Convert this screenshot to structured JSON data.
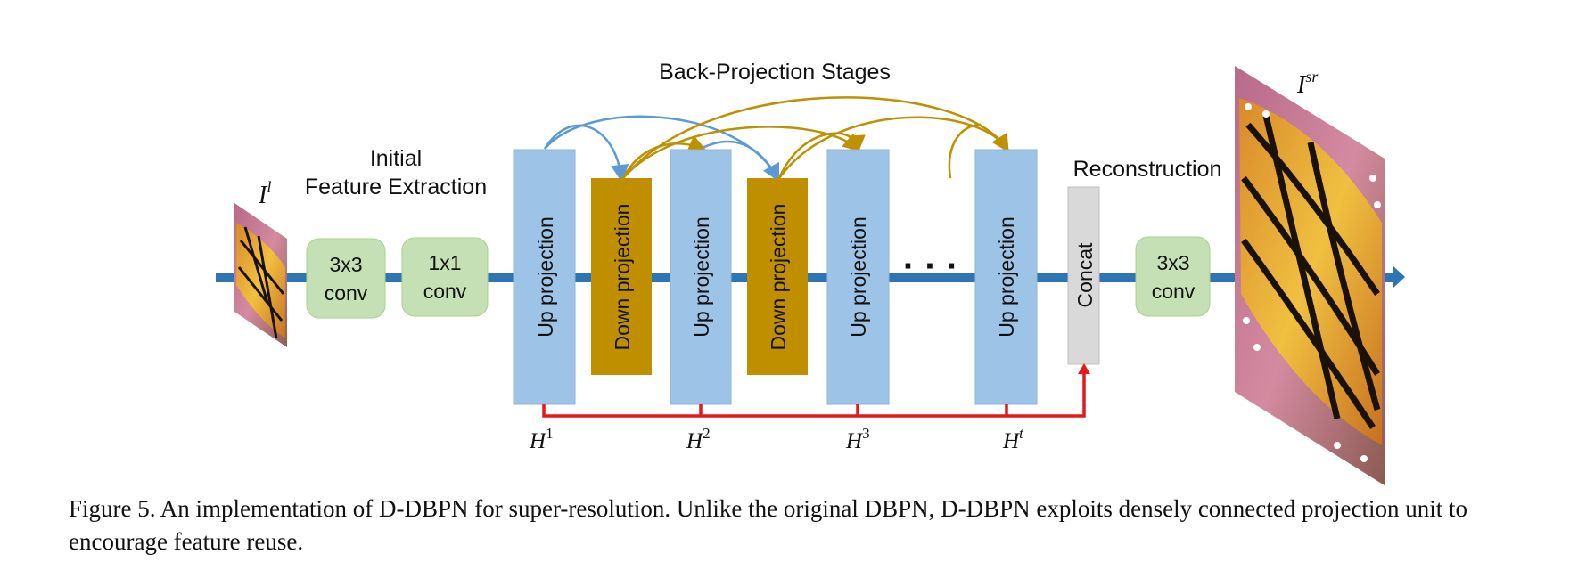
{
  "diagram": {
    "title": "Back-Projection Stages",
    "section_labels": {
      "initial_line1": "Initial",
      "initial_line2": "Feature Extraction",
      "reconstruction": "Reconstruction"
    },
    "input_image_label": {
      "base": "I",
      "sup": "l"
    },
    "output_image_label": {
      "base": "I",
      "sup": "sr"
    },
    "feature_blocks": [
      {
        "line1": "3x3",
        "line2": "conv"
      },
      {
        "line1": "1x1",
        "line2": "conv"
      }
    ],
    "projection_blocks": [
      {
        "type": "up",
        "label": "Up projection"
      },
      {
        "type": "down",
        "label": "Down projection"
      },
      {
        "type": "up",
        "label": "Up projection"
      },
      {
        "type": "down",
        "label": "Down projection"
      },
      {
        "type": "up",
        "label": "Up projection"
      },
      {
        "type": "up",
        "label": "Up projection"
      }
    ],
    "ellipsis": "· · ·",
    "concat_label": "Concat",
    "recon_block": {
      "line1": "3x3",
      "line2": "conv"
    },
    "h_labels": [
      {
        "base": "H",
        "sup": "1"
      },
      {
        "base": "H",
        "sup": "2"
      },
      {
        "base": "H",
        "sup": "3"
      },
      {
        "base": "H",
        "sup": "t"
      }
    ],
    "colors": {
      "main_flow": "#2e75b6",
      "up_block": "#9dc3e6",
      "down_block": "#bf8f00",
      "conv_block": "#c5e0b4",
      "concat_block": "#d9d9d9",
      "skip_blue": "#5b9bd5",
      "skip_gold": "#bf9000",
      "hidden_line": "#e31a1c"
    }
  },
  "caption": "Figure 5. An implementation of D-DBPN for super-resolution. Unlike the original DBPN, D-DBPN exploits densely connected projection unit to encourage feature reuse."
}
